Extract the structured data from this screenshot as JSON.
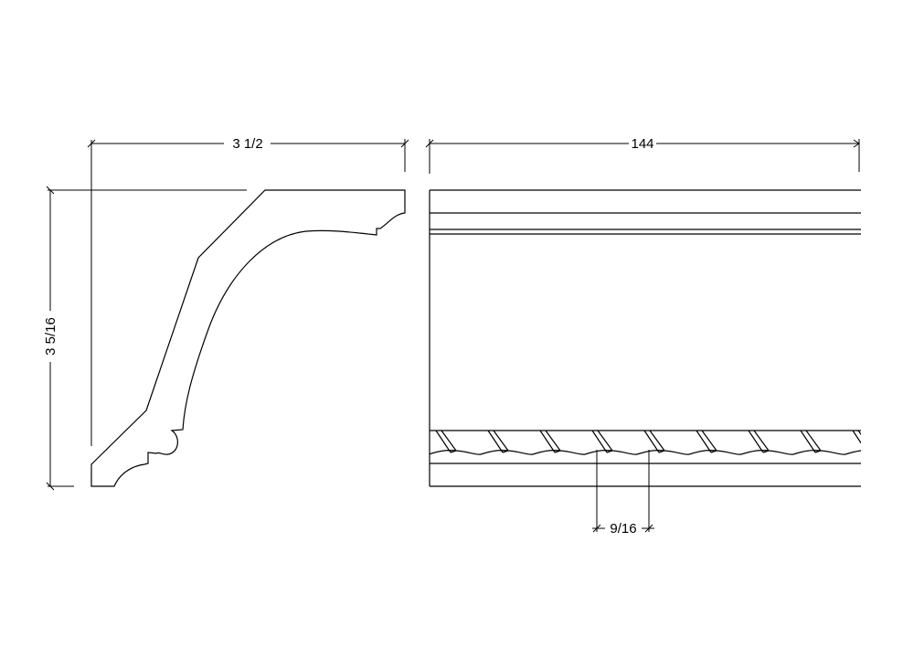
{
  "drawing": {
    "profile_view": {
      "width_dimension": "3 1/2",
      "height_dimension": "3 5/16"
    },
    "elevation_view": {
      "length_dimension": "144",
      "bead_spacing_dimension": "9/16"
    },
    "line_color": "#000000",
    "background_color": "#ffffff"
  }
}
